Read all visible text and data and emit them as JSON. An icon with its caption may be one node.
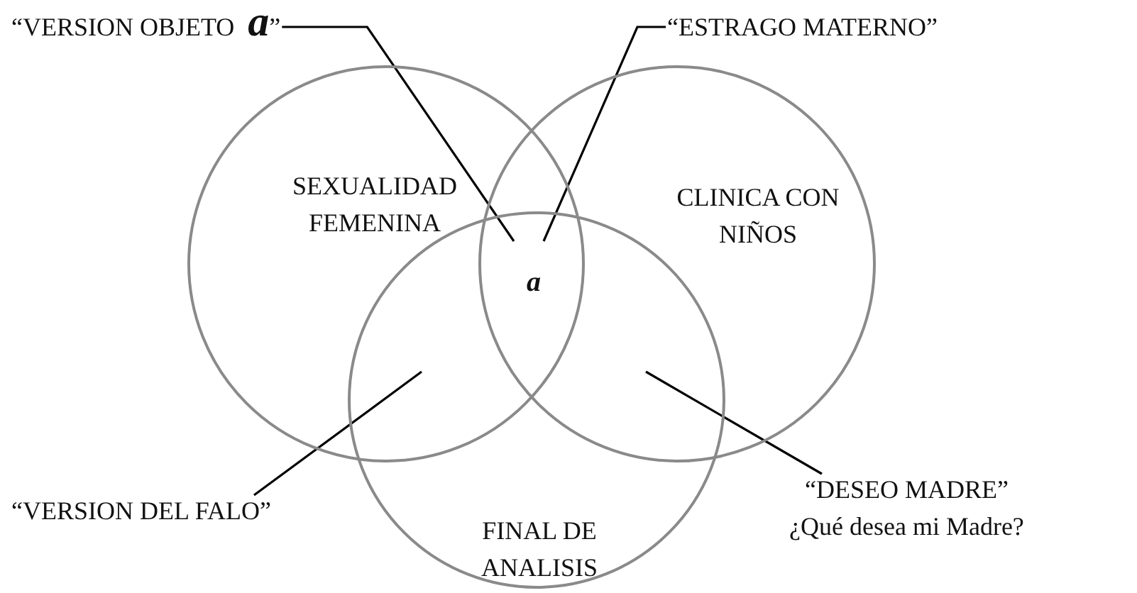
{
  "diagram": {
    "nodes": [
      {
        "text": [
          "SEXUALIDAD FEMENINA"
        ]
      },
      {
        "text": [
          "CLINICA CON NIÑOS"
        ]
      },
      {
        "text": [
          "FINAL DE ANALISIS"
        ]
      },
      {
        "text": [
          "“VERSION OBJETO **a**”"
        ]
      },
      {
        "text": [
          "“ESTRAGO MATERNO”"
        ]
      },
      {
        "text": [
          "“VERSION DEL FALO”"
        ]
      },
      {
        "text": [
          "“DESEO MADRE”"
        ],
        "beside": [
          "¿Qué desea mi Madre?"
        ]
      }
    ],
    "edges": [
      {
        "from": 3,
        "to": 2,
        "arrow": "none"
      },
      {
        "from": 4,
        "to": 2,
        "arrow": "none"
      },
      {
        "from": 5,
        "to": 2,
        "arrow": "none"
      },
      {
        "from": 6,
        "to": 2,
        "arrow": "none"
      }
    ],
    "labels": [
      "a"
    ]
  }
}
